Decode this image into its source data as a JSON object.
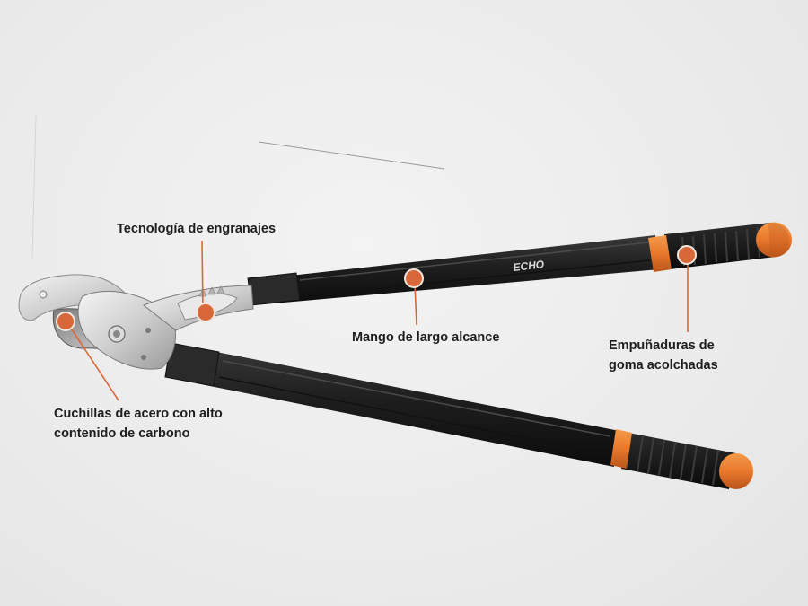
{
  "brand": {
    "logo_text": "ECHO"
  },
  "callouts": {
    "gear": {
      "label": "Tecnología de engranajes"
    },
    "handle": {
      "label": "Mango de largo alcance"
    },
    "grip": {
      "line1": "Empuñaduras de",
      "line2": "goma acolchadas"
    },
    "blade": {
      "line1": "Cuchillas de acero con alto",
      "line2": "contenido de carbono"
    }
  },
  "colors": {
    "accent": "#e8782c",
    "marker": "#d8683a",
    "marker_ring": "#f0e6de",
    "handle": "#1d1d1d",
    "background": "#ececec"
  }
}
